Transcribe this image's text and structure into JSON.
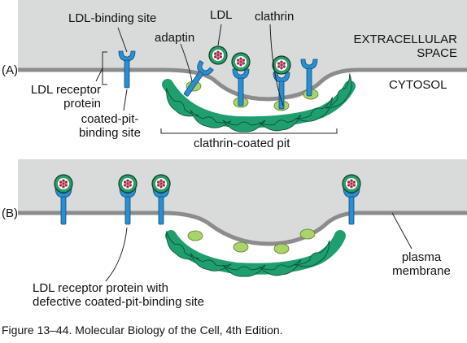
{
  "panels": {
    "a_label": "(A)",
    "b_label": "(B)"
  },
  "labels": {
    "ldl_binding_site": "LDL-binding site",
    "ldl": "LDL",
    "clathrin": "clathrin",
    "adaptin": "adaptin",
    "extracellular_line1": "EXTRACELLULAR",
    "extracellular_line2": "SPACE",
    "cytosol": "CYTOSOL",
    "ldl_receptor_line1": "LDL receptor",
    "ldl_receptor_line2": "protein",
    "coated_pit_line1": "coated-pit-",
    "coated_pit_line2": "binding site",
    "clathrin_coated_pit": "clathrin-coated pit",
    "plasma_line1": "plasma",
    "plasma_line2": "membrane",
    "defective_line1": "LDL receptor protein with",
    "defective_line2": "defective coated-pit-binding site"
  },
  "caption": "Figure 13–44. Molecular Biology of the Cell, 4th Edition.",
  "colors": {
    "extracellular": "#d9dbdb",
    "membrane": "#8c8c8c",
    "receptor": "#2a8fd0",
    "clathrin": "#1f9e6e",
    "adaptin": "#a9d46a",
    "ldl_shell": "#2c9c68",
    "ldl_core": "#a32a4a"
  }
}
